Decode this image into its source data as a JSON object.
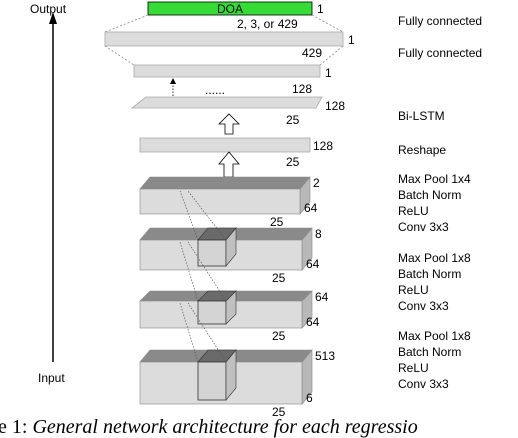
{
  "axis": {
    "output_label": "Output",
    "input_label": "Input"
  },
  "output_bar": {
    "label": "DOA",
    "color": "#33dd33",
    "dim": "1"
  },
  "fc1": {
    "title": "Fully connected",
    "note": "2, 3, or 429",
    "dim_right": "1",
    "dim_bottom": "429"
  },
  "fc2": {
    "title": "Fully connected",
    "dim_right": "1"
  },
  "bilstm": {
    "title": "Bi-LSTM",
    "dim_top": "128",
    "dim_right": "128",
    "dim_bottom": "25",
    "dots": "......"
  },
  "reshape": {
    "title": "Reshape",
    "dim_right": "128",
    "dim_bottom": "25"
  },
  "conv_blocks": [
    {
      "lines": [
        "Max Pool 1x4",
        "Batch Norm",
        "ReLU",
        "Conv 3x3"
      ],
      "dim_depth": "2",
      "dim_right": "64",
      "dim_bottom": "25"
    },
    {
      "lines": [
        "Max Pool 1x8",
        "Batch Norm",
        "ReLU",
        "Conv 3x3"
      ],
      "dim_depth": "8",
      "dim_right": "64",
      "dim_bottom": "25"
    },
    {
      "lines": [
        "Max Pool 1x8",
        "Batch Norm",
        "ReLU",
        "Conv 3x3"
      ],
      "dim_depth": "64",
      "dim_right": "64",
      "dim_bottom": "25"
    },
    {
      "lines": [
        "Max Pool 1x8",
        "Batch Norm",
        "ReLU",
        "Conv 3x3"
      ],
      "dim_depth": "513",
      "dim_right": "6",
      "dim_bottom": "25"
    }
  ],
  "caption": {
    "prefix": "e 1: ",
    "text": "General network architecture for each regressio"
  },
  "colors": {
    "box_front": "#dcdcdc",
    "box_top": "#8a8a8a",
    "box_side": "#b8b8b8",
    "stroke": "#888888"
  }
}
